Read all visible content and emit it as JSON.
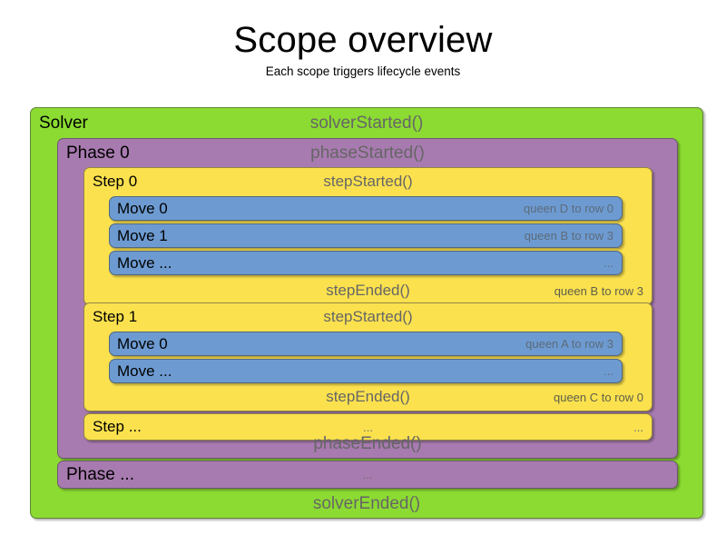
{
  "title": {
    "heading": "Scope overview",
    "subtitle": "Each scope triggers lifecycle events"
  },
  "colors": {
    "solver": "#8CDB32",
    "phase": "#A87BB0",
    "step": "#FBE14E",
    "move": "#6D9BD1",
    "event_text": "#666666",
    "label_text": "#000000",
    "detail_text": "#5d6b7a",
    "background": "#FFFFFF"
  },
  "solver": {
    "label": "Solver",
    "started_event": "solverStarted()",
    "ended_event": "solverEnded()"
  },
  "phase0": {
    "label": "Phase 0",
    "started_event": "phaseStarted()",
    "ended_event": "phaseEnded()"
  },
  "phase_ellipsis": {
    "label": "Phase ...",
    "event": "..."
  },
  "step0": {
    "label": "Step 0",
    "started_event": "stepStarted()",
    "ended_event": "stepEnded()",
    "ended_detail": "queen B to row 3",
    "moves": [
      {
        "label": "Move 0",
        "detail": "queen D to row 0"
      },
      {
        "label": "Move 1",
        "detail": "queen B to row 3"
      },
      {
        "label": "Move ...",
        "detail": "..."
      }
    ]
  },
  "step1": {
    "label": "Step 1",
    "started_event": "stepStarted()",
    "ended_event": "stepEnded()",
    "ended_detail": "queen C to row 0",
    "moves": [
      {
        "label": "Move 0",
        "detail": "queen A to row 3"
      },
      {
        "label": "Move ...",
        "detail": "..."
      }
    ]
  },
  "step_ellipsis": {
    "label": "Step ...",
    "event": "...",
    "detail": "..."
  }
}
